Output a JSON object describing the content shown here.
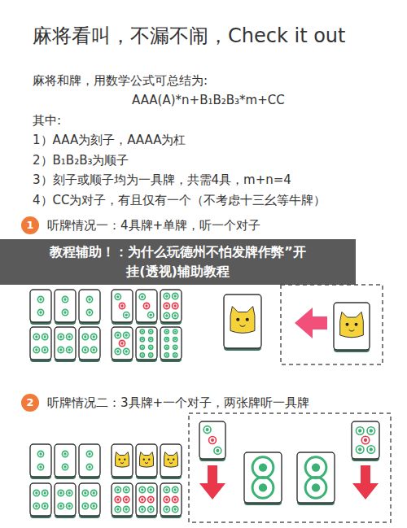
{
  "diagram": {
    "title": "麻将看叫，不漏不闹，Check it out",
    "nodes": [
      {
        "text": [
          "1",
          "听牌情况一：4具牌+单牌，听一个对子"
        ]
      },
      {
        "text": [
          "教程辅助！：为什么玩德州不怕发牌作弊”开挂(透视)辅助教程"
        ]
      },
      {
        "text": [
          "2",
          "听牌情况二：3具牌+一个对子，两张牌听一具牌"
        ]
      }
    ],
    "labels": [
      "麻将和牌，用数学公式可总结为:",
      "AAA(A)*n+B₁B₂B₃*m+CC",
      "其中:",
      "1）AAA为刻子，AAAA为杠",
      "2）B₁B₂B₃为顺子",
      "3）刻子或顺子均为一具牌，共需4具，m+n=4",
      "4）CC为对子，有且仅有一个（不考虑十三幺等牛牌）"
    ]
  }
}
